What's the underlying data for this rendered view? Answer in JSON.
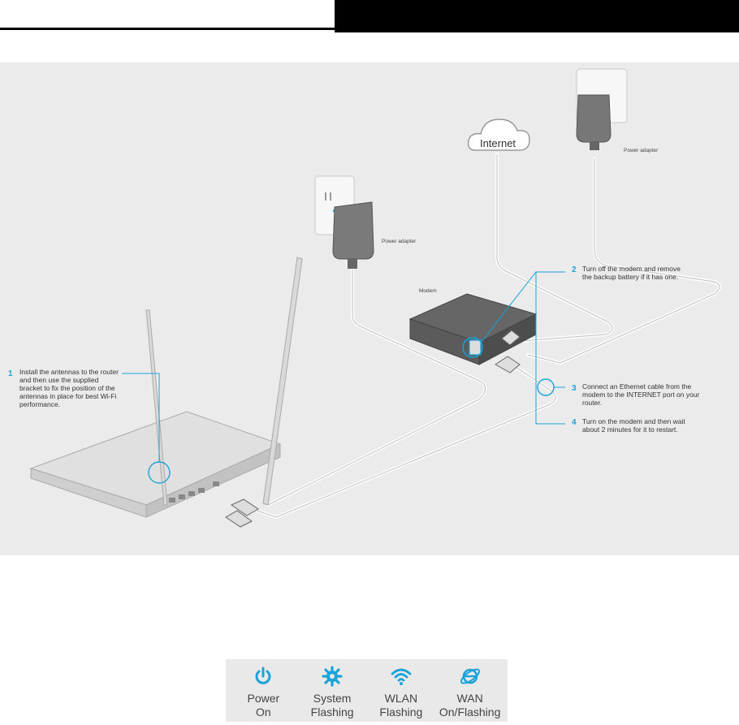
{
  "diagram": {
    "internet_label": "Internet",
    "power_adapter_left": "Power adapter",
    "power_adapter_right": "Power adapter",
    "modem_label": "Modem",
    "steps": [
      {
        "num": "1",
        "lines": [
          "Install the antennas to the router",
          "and  then use the supplied",
          "bracket to fix the position of the",
          "antennas in place for best Wi-Fi",
          "performance."
        ]
      },
      {
        "num": "2",
        "lines": [
          "Turn off the modem and remove",
          "the backup battery if it has one."
        ]
      },
      {
        "num": "3",
        "lines": [
          "Connect an Ethernet cable from the",
          "modem to the INTERNET port on your",
          "router."
        ]
      },
      {
        "num": "4",
        "lines": [
          "Turn on the modem and then wait",
          "about 2 minutes for it to restart."
        ]
      }
    ]
  },
  "leds": [
    {
      "icon": "power-icon",
      "name": "Power",
      "state": "On"
    },
    {
      "icon": "gear-icon",
      "name": "System",
      "state": "Flashing"
    },
    {
      "icon": "wifi-icon",
      "name": "WLAN",
      "state": "Flashing"
    },
    {
      "icon": "internet-icon",
      "name": "WAN",
      "state": "On/Flashing"
    }
  ],
  "colors": {
    "accent": "#1aa3d9",
    "diagram_bg": "#ebebeb"
  }
}
